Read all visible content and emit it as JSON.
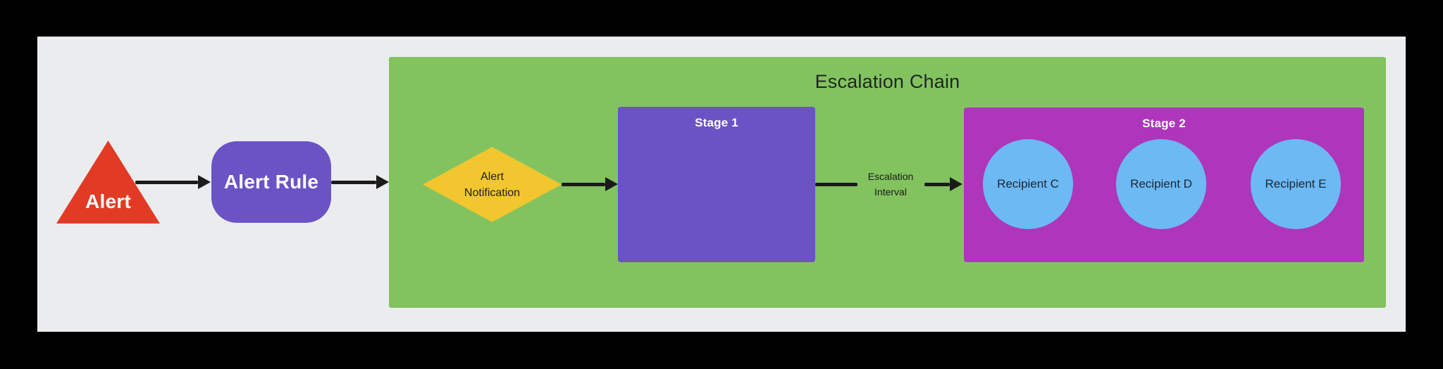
{
  "frame": {
    "background_color": "#000000",
    "panel_color": "#EBECEE"
  },
  "diagram": {
    "title": "Escalation Chain",
    "container_color": "#82C360",
    "arrow_color": "#1B1B1B",
    "nodes": {
      "alert": {
        "label": "Alert",
        "color": "#E13B26",
        "text_color": "#FFFFFF"
      },
      "alert_rule": {
        "label": "Alert Rule",
        "color": "#6B53C6",
        "text_color": "#FFFFFF"
      },
      "alert_notification": {
        "label_line1": "Alert",
        "label_line2": "Notification",
        "color": "#F1C62F",
        "text_color": "#1E1E1E"
      },
      "stage1": {
        "label": "Stage 1",
        "color": "#6B53C6",
        "text_color": "#FFFFFF"
      },
      "stage2": {
        "label": "Stage 2",
        "color": "#AE36BB",
        "text_color": "#FFFFFF"
      },
      "recipients": [
        {
          "label": "Recipient C",
          "color": "#6CB9F4"
        },
        {
          "label": "Recipient D",
          "color": "#6CB9F4"
        },
        {
          "label": "Recipient E",
          "color": "#6CB9F4"
        }
      ]
    },
    "edges": {
      "escalation_interval_line1": "Escalation",
      "escalation_interval_line2": "Interval"
    }
  }
}
